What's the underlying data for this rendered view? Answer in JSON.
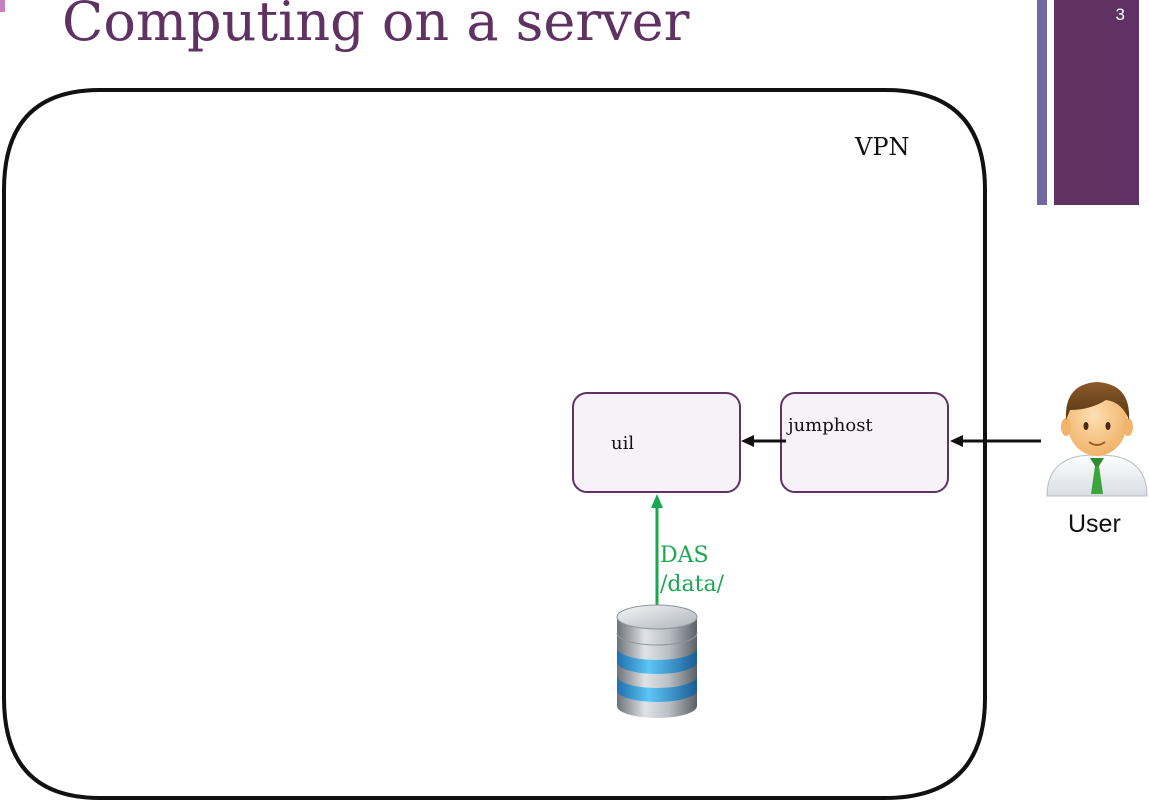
{
  "slide": {
    "title": "Computing on a server",
    "number": "3"
  },
  "diagram": {
    "zone_label": "VPN",
    "nodes": {
      "uil": "uil",
      "jumphost": "jumphost",
      "user": "User"
    },
    "data_source": {
      "line1": "DAS",
      "line2": "/data/"
    }
  },
  "colors": {
    "title": "#5f3263",
    "accent_box": "#5f3263",
    "accent_bar": "#6e6aa1",
    "node_fill": "#f7f2f7",
    "node_stroke": "#5f3263",
    "data_arrow": "#1aa84f"
  },
  "icons": {
    "user": "user-icon",
    "database": "database-icon"
  }
}
